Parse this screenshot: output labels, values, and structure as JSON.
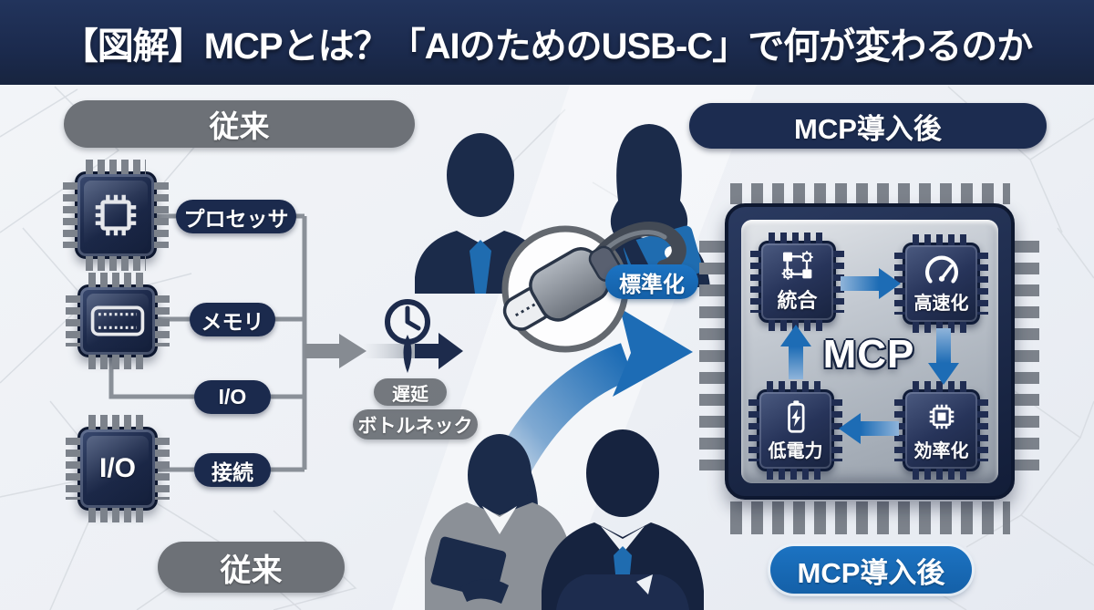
{
  "title": "【図解】MCPとは？「AIのためのUSB-C」で何が変わるのか",
  "left_panel": {
    "header_label": "従来",
    "footer_label": "従来",
    "processor_label": "プロセッサ",
    "memory_label": "メモリ",
    "io_label": "I/O",
    "connect_label": "接続",
    "io_chip_text": "I/O"
  },
  "center": {
    "delay_label": "遅延",
    "bottleneck_label": "ボトルネック",
    "standardization_label": "標準化"
  },
  "right_panel": {
    "header_label": "MCP導入後",
    "footer_label": "MCP導入後",
    "chip_name": "MCP",
    "node_integration": "統合",
    "node_speedup": "高速化",
    "node_efficiency": "効率化",
    "node_lowpower": "低電力"
  },
  "icons": {
    "left_chip_1": "cpu-icon",
    "left_chip_2": "memory-icon",
    "left_chip_3": "io-chip-icon",
    "clock": "clock-icon",
    "usb": "usb-c-connector-icon",
    "swoosh": "blue-curved-arrow-icon",
    "integration": "flowchart-gears-icon",
    "speedup": "speedometer-icon",
    "efficiency": "microchip-icon",
    "lowpower": "battery-bolt-icon",
    "figures": [
      "businessman-silhouette",
      "businesswoman-laptop-silhouette",
      "businesswoman-tablet-silhouette",
      "businessman-arms-crossed-silhouette"
    ]
  },
  "colors": {
    "banner_navy": "#1b2a4d",
    "dark_navy": "#1b2a4d",
    "label_gray": "#6d7177",
    "accent_blue": "#1766b2",
    "arrow_blue": "#1d6cb5",
    "pin_gray": "#7c828b",
    "chip_silver": "#b7bdc6",
    "background": "#eff1f6"
  }
}
